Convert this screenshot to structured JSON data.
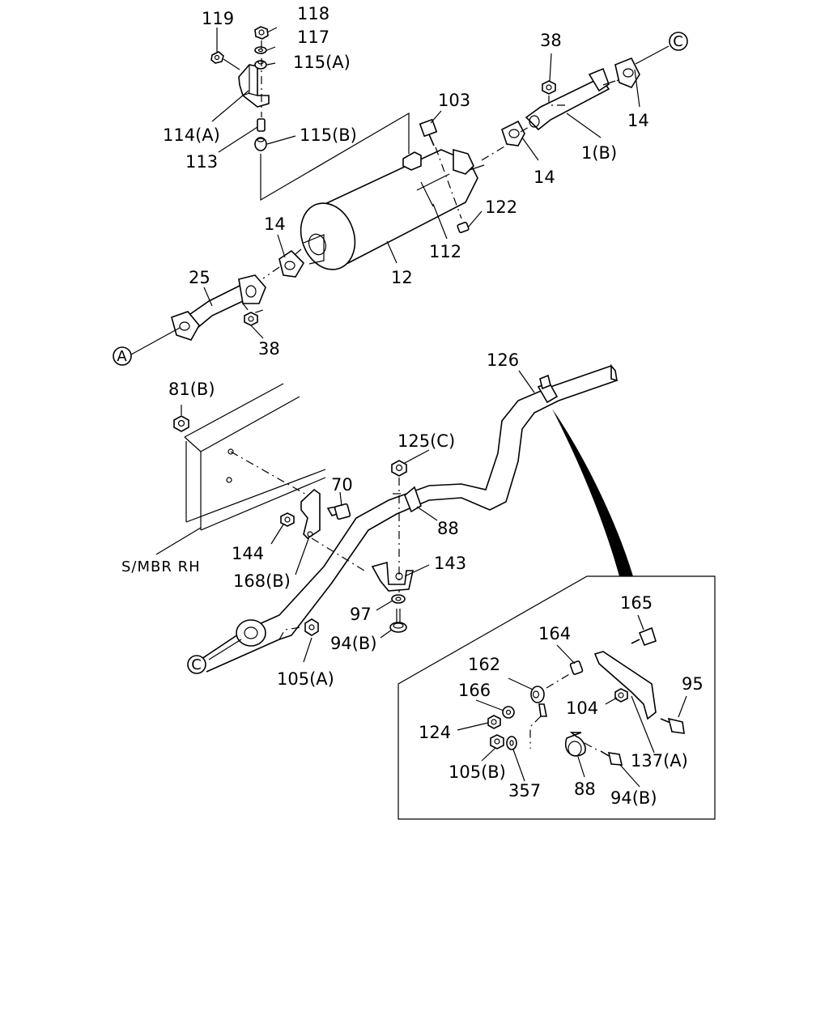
{
  "callouts": {
    "A": "A",
    "C_top": "C",
    "C_bottom": "C"
  },
  "labels": {
    "l119": "119",
    "l118": "118",
    "l117": "117",
    "l115A": "115(A)",
    "l114A": "114(A)",
    "l113": "113",
    "l115B": "115(B)",
    "l103": "103",
    "l38_top": "38",
    "l14_right": "14",
    "l1B": "1(B)",
    "l14_mid": "14",
    "l122": "122",
    "l112": "112",
    "l12": "12",
    "l14_left": "14",
    "l25": "25",
    "l38_bottom": "38",
    "l126": "126",
    "l81B": "81(B)",
    "l125C": "125(C)",
    "l70": "70",
    "l88_main": "88",
    "l144": "144",
    "l168B": "168(B)",
    "l143": "143",
    "l97": "97",
    "l94B_main": "94(B)",
    "l105A": "105(A)",
    "smbr": "S/MBR RH",
    "l165": "165",
    "l164": "164",
    "l162": "162",
    "l95": "95",
    "l166": "166",
    "l104": "104",
    "l124": "124",
    "l137A": "137(A)",
    "l105B": "105(B)",
    "l357": "357",
    "l88_detail": "88",
    "l94B_detail": "94(B)"
  }
}
